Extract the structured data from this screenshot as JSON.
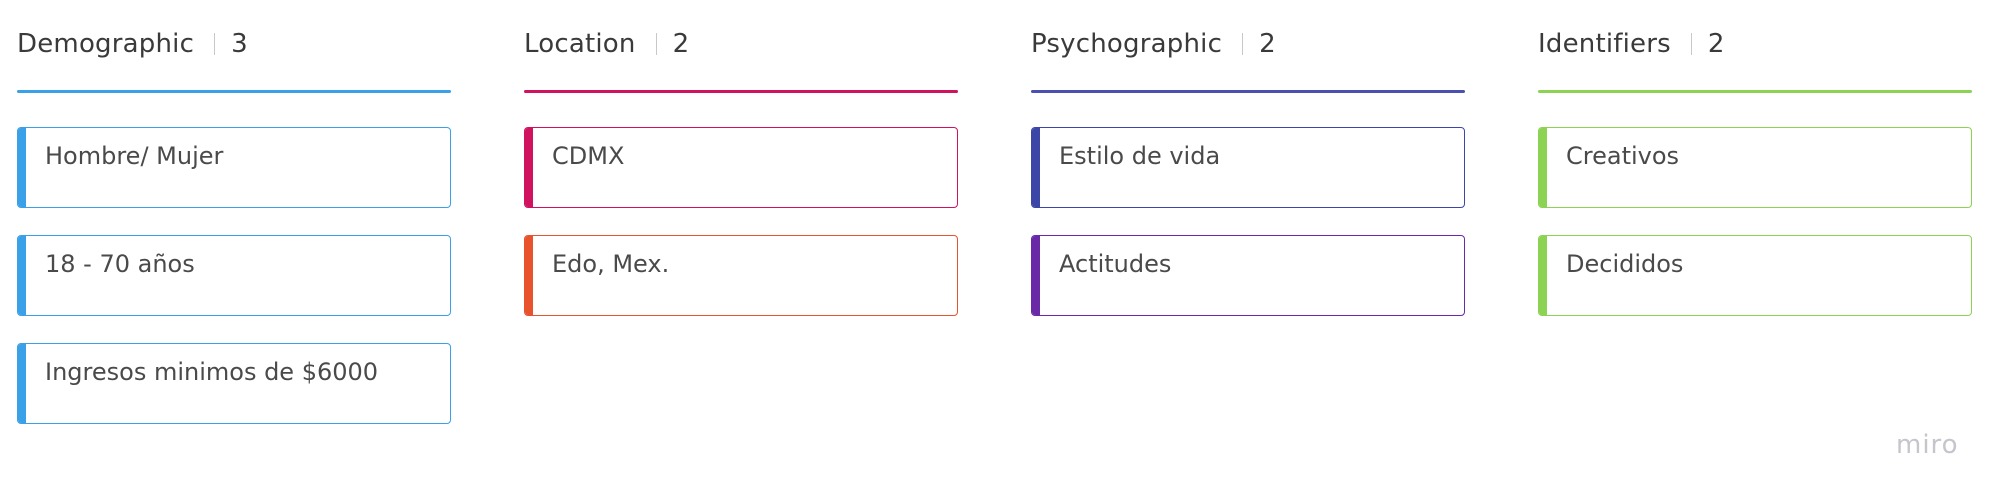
{
  "board": {
    "columns": [
      {
        "title": "Demographic",
        "count": "3",
        "color": "#3aa0e8",
        "cards": [
          {
            "text": "Hombre/ Mujer",
            "color": "#3aa0e8"
          },
          {
            "text": "18 - 70 años",
            "color": "#3aa0e8"
          },
          {
            "text": "Ingresos minimos de $6000",
            "color": "#3aa0e8"
          }
        ]
      },
      {
        "title": "Location",
        "count": "2",
        "color": "#d0125f",
        "cards": [
          {
            "text": "CDMX",
            "color": "#d0125f"
          },
          {
            "text": "Edo, Mex.",
            "color": "#e8532e"
          }
        ]
      },
      {
        "title": "Psychographic",
        "count": "2",
        "color": "#4a4fb0",
        "cards": [
          {
            "text": "Estilo de vida",
            "color": "#3b46a6"
          },
          {
            "text": "Actitudes",
            "color": "#6a2aa8"
          }
        ]
      },
      {
        "title": "Identifiers",
        "count": "2",
        "color": "#8cd354",
        "cards": [
          {
            "text": "Creativos",
            "color": "#8cd354"
          },
          {
            "text": "Decididos",
            "color": "#8cd354"
          }
        ]
      }
    ]
  },
  "watermark": {
    "label": "miro"
  }
}
